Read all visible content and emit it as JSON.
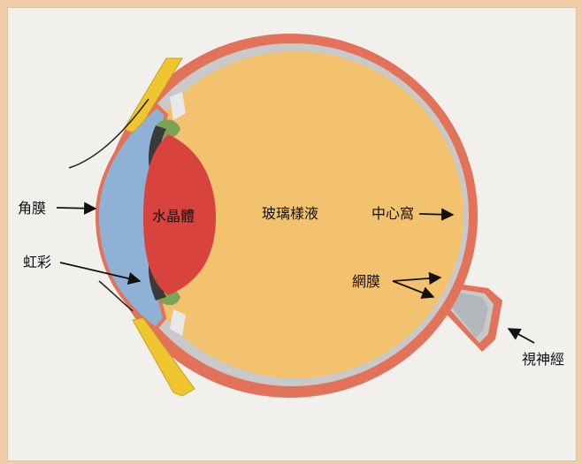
{
  "labels": {
    "cornea": "角膜",
    "iris": "虹彩",
    "lens": "水晶體",
    "vitreous": "玻璃樣液",
    "fovea": "中心窩",
    "retina": "網膜",
    "optic_nerve": "視神經"
  },
  "colors": {
    "sclera": "#e2725a",
    "vitreous": "#f2c26f",
    "cornea_chamber": "#8fb1d6",
    "lens": "#d9433d",
    "eyelid": "#f0c630",
    "ciliary": "#7fa356",
    "retina_layer": "#c9c9c9",
    "background": "#f1f0ec",
    "frame": "#efcda6"
  }
}
